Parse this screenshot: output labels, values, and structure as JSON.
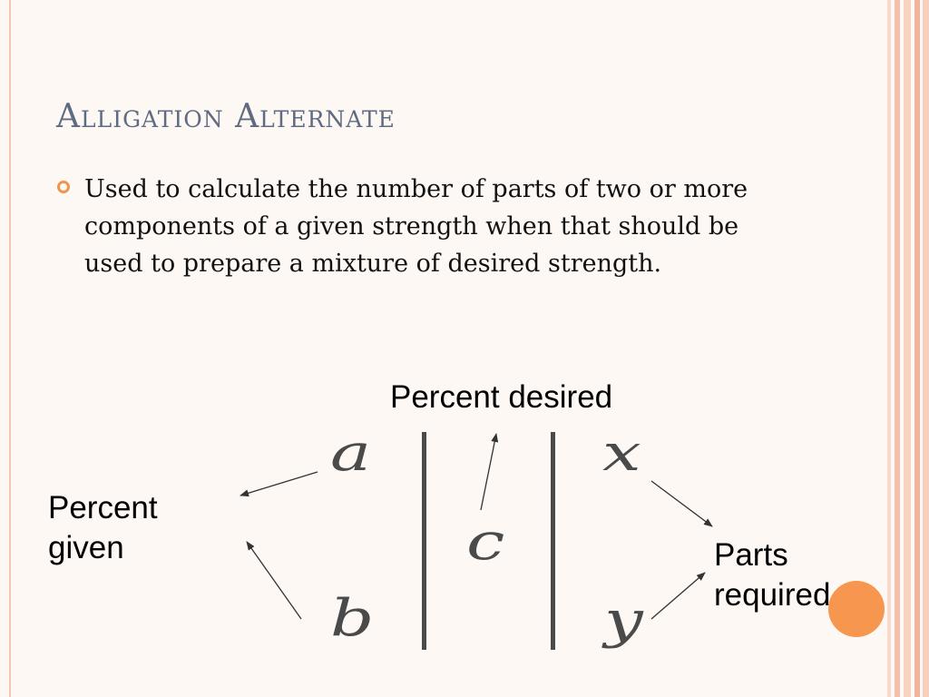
{
  "slide": {
    "title": "Alligation Alternate",
    "bullets": [
      "Used to calculate the number of parts of two or more components of a given strength when that should be used to prepare a mixture of desired strength."
    ]
  },
  "diagram": {
    "label_desired": "Percent desired",
    "label_given_line1": "Percent",
    "label_given_line2": "given",
    "label_parts_line1": "Parts",
    "label_parts_line2": "required",
    "var_a": "a",
    "var_b": "b",
    "var_c": "c",
    "var_x": "x",
    "var_y": "y"
  },
  "colors": {
    "title": "#5f6b82",
    "accent_orange": "#f7964f",
    "stripe_light": "#f8d3c3",
    "stripe_mid": "#f2b49c"
  }
}
